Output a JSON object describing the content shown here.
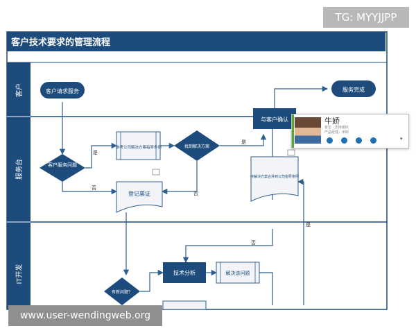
{
  "watermarks": {
    "top_right": "TG: MYYJJPP",
    "bottom_left": "www.user-wendingweb.org"
  },
  "diagram": {
    "title": "客户技术要求的管理流程",
    "lanes": [
      "客户",
      "服务台",
      "IT开发"
    ],
    "nodes": {
      "customer_request": "客户请求服务",
      "service_complete": "服务完成",
      "confirm_with_customer": "与客户确认",
      "customer_issue": "客户服务问题",
      "reference_docs": "参考公司解决方案指导条例",
      "solution_found": "找到解决方案",
      "register_ticket": "登记票证",
      "merge_solution": "将解决方案合并到公司指导条例",
      "new_issue": "有新问题？",
      "tech_analysis": "技术分析",
      "resolve_issue": "解决该问题"
    },
    "labels": {
      "yes": "是",
      "no": "否"
    }
  },
  "contact_card": {
    "name": "牛娇",
    "status": "有空 · 支持组织",
    "title": "产品经理，米斯"
  },
  "colors": {
    "navy": "#1c4b7c",
    "line": "#2e5e8f",
    "doc_fill": "#f2f4f7"
  }
}
